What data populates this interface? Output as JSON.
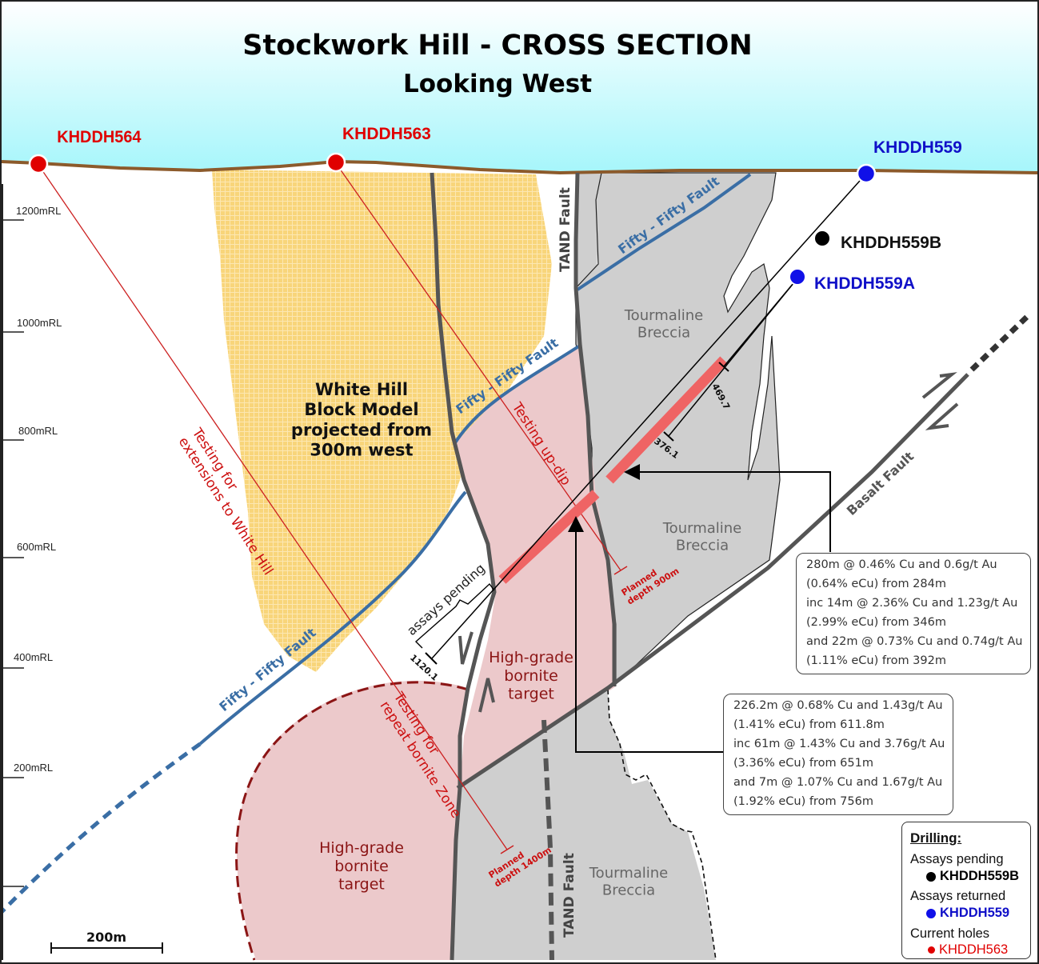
{
  "title": {
    "main": "Stockwork Hill  - CROSS SECTION",
    "sub": "Looking West"
  },
  "colors": {
    "sky_top": "#ffffff",
    "sky_bottom": "#a6f6fb",
    "topography": "#8c5a2b",
    "fault_line": "#555555",
    "fifty_fifty_fault": "#3a6ea5",
    "tourmaline_breccia": "#cfcfcf",
    "bornite_target": "#ecc9cb",
    "bornite_outline": "#8b1515",
    "planned_hole": "#cc2020",
    "mineralised_interval": "#ef6464",
    "block_model": "#f7c948",
    "assays_returned": "#1010e8",
    "assays_pending": "#000000",
    "current_holes": "#e00000"
  },
  "elevation_axis": {
    "unit": "mRL",
    "ticks": [
      "1200mRL",
      "1000mRL",
      "800mRL",
      "600mRL",
      "400mRL",
      "200mRL"
    ]
  },
  "scale_bar": {
    "label": "200m",
    "length_m": 200
  },
  "drillholes": [
    {
      "id": "KHDDH564",
      "status": "current",
      "annotation": "Testing for\nextensions to White Hill"
    },
    {
      "id": "KHDDH563",
      "status": "current",
      "annotation": "Testing up-dip",
      "planned_depth": "Planned\ndepth 900m"
    },
    {
      "id": "KHDDH559",
      "status": "assays returned"
    },
    {
      "id": "KHDDH559B",
      "status": "assays pending",
      "end_depth": "1120.1",
      "note": "assays pending"
    },
    {
      "id": "KHDDH559A",
      "status": "assays returned",
      "end_depths": [
        "469.7",
        "376.1"
      ]
    }
  ],
  "bornite_annotation": {
    "testing": "Testing for\nrepeat bornite Zone",
    "planned_depth": "Planned\ndepth 1400m"
  },
  "labels": {
    "tand_fault_upper": "TAND Fault",
    "tand_fault_lower": "TAND Fault",
    "fifty_fifty_upper": "Fifty - Fifty Fault",
    "fifty_fifty_mid": "Fifty - Fifty Fault",
    "fifty_fifty_lower": "Fifty - Fifty Fault",
    "basalt_fault": "Basalt Fault",
    "tourmaline_1": "Tourmaline\nBreccia",
    "tourmaline_2": "Tourmaline\nBreccia",
    "tourmaline_3": "Tourmaline\nBreccia",
    "bornite_target_1": "High-grade\nbornite\ntarget",
    "bornite_target_2": "High-grade\nbornite\ntarget",
    "block_model": "White Hill\nBlock Model\nprojected from\n300m west",
    "assays_pending": "assays pending"
  },
  "intercept_boxes": [
    {
      "hole": "KHDDH559A",
      "lines": [
        "280m @ 0.46% Cu and 0.6g/t Au",
        "(0.64% eCu) from 284m",
        "inc 14m @ 2.36% Cu and 1.23g/t Au",
        "(2.99% eCu) from 346m",
        "and 22m @ 0.73% Cu and 0.74g/t Au",
        "(1.11% eCu) from 392m"
      ]
    },
    {
      "hole": "KHDDH559",
      "lines": [
        "226.2m @ 0.68% Cu and 1.43g/t Au",
        "(1.41% eCu) from 611.8m",
        "inc 61m @ 1.43% Cu and 3.76g/t Au",
        "(3.36% eCu) from 651m",
        "and 7m @ 1.07% Cu and 1.67g/t Au",
        "(1.92% eCu) from 756m"
      ]
    }
  ],
  "legend": {
    "title": "Drilling:",
    "items": [
      {
        "label": "Assays pending",
        "example": "KHDDH559B",
        "color": "#000000",
        "icon": "black-dot-icon"
      },
      {
        "label": "Assays returned",
        "example": "KHDDH559",
        "color": "#1010e8",
        "icon": "blue-dot-icon"
      },
      {
        "label": "Current holes",
        "example": "KHDDH563",
        "color": "#e00000",
        "icon": "red-dot-icon"
      }
    ]
  }
}
